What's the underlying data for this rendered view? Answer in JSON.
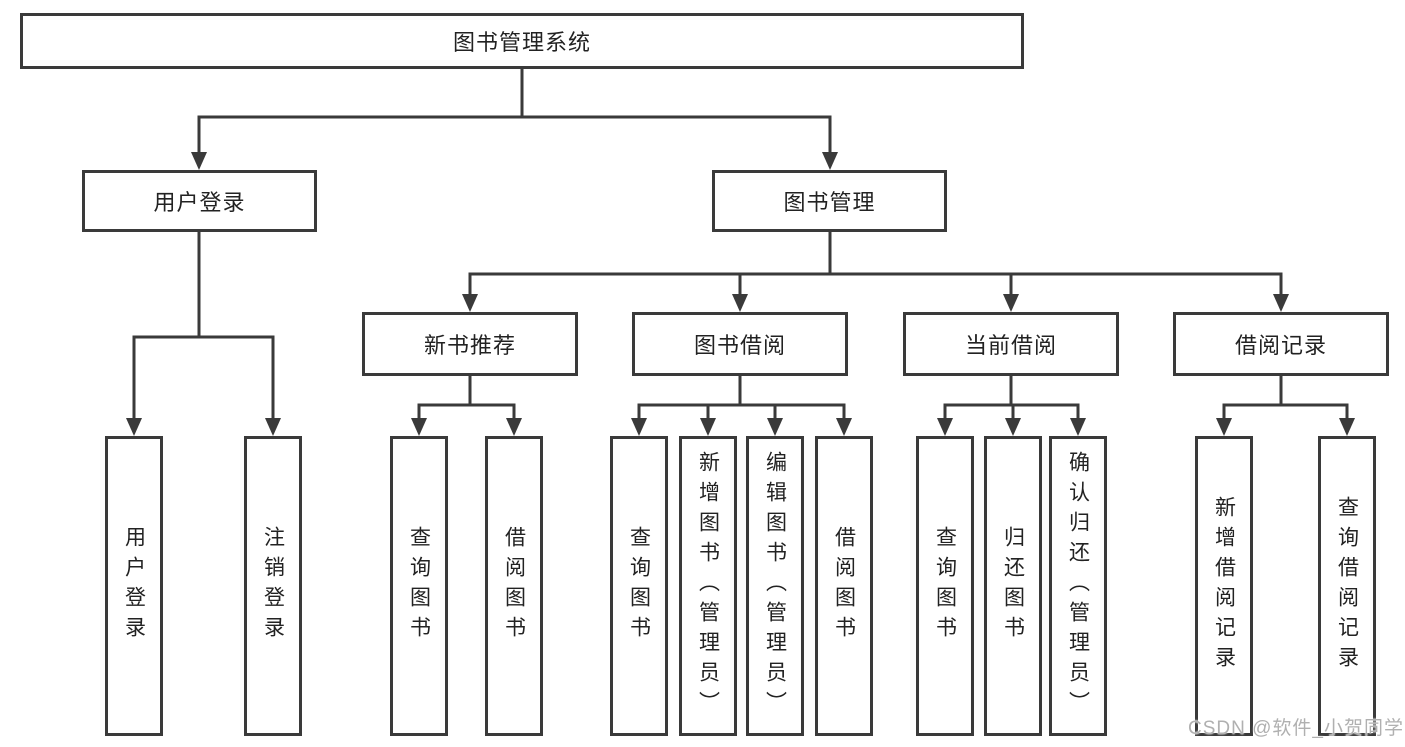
{
  "diagram": {
    "type": "hierarchy-tree",
    "orientation": "top-down"
  },
  "colors": {
    "background": "#ffffff",
    "line": "#3a3a3a",
    "box_border": "#3a3a3a",
    "text": "#222222",
    "watermark": "#b0b0b0"
  },
  "root": {
    "label": "图书管理系统"
  },
  "branches": [
    {
      "label": "用户登录",
      "children": [
        {
          "label": "用户登录"
        },
        {
          "label": "注销登录"
        }
      ]
    },
    {
      "label": "图书管理",
      "children": [
        {
          "label": "新书推荐",
          "children": [
            {
              "label": "查询图书"
            },
            {
              "label": "借阅图书"
            }
          ]
        },
        {
          "label": "图书借阅",
          "children": [
            {
              "label": "查询图书"
            },
            {
              "label": "新增图书（管理员）"
            },
            {
              "label": "编辑图书（管理员）"
            },
            {
              "label": "借阅图书"
            }
          ]
        },
        {
          "label": "当前借阅",
          "children": [
            {
              "label": "查询图书"
            },
            {
              "label": "归还图书"
            },
            {
              "label": "确认归还（管理员）"
            }
          ]
        },
        {
          "label": "借阅记录",
          "children": [
            {
              "label": "新增借阅记录"
            },
            {
              "label": "查询借阅记录"
            }
          ]
        }
      ]
    }
  ],
  "watermark": {
    "text": "CSDN @软件_小贺同学"
  }
}
